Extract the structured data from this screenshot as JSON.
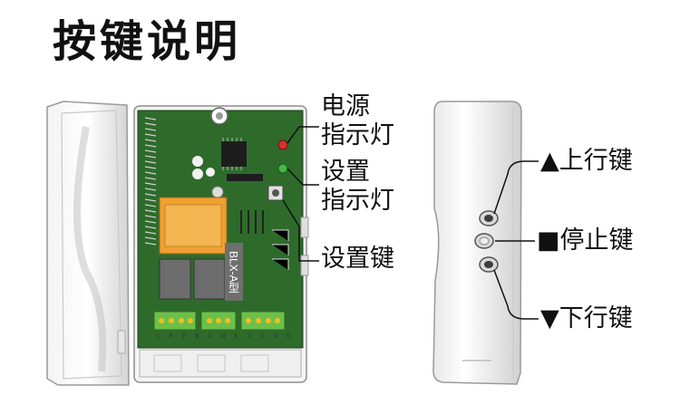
{
  "title": "按键说明",
  "labels": {
    "power_led": [
      "电源",
      "指示灯"
    ],
    "set_led": [
      "设置",
      "指示灯"
    ],
    "set_key": "设置键",
    "up_key": "▲上行键",
    "stop_key": "■停止键",
    "down_key": "▼下行键"
  },
  "pcb": {
    "model": "BLX-A型",
    "terminal_labels": "L R E N    L N E    I S G D"
  },
  "colors": {
    "pcb": "#2e6b2b",
    "relay": "#f0a030",
    "terminal": "#6cc04a",
    "power_led": "#d83030",
    "set_led": "#44b944"
  }
}
